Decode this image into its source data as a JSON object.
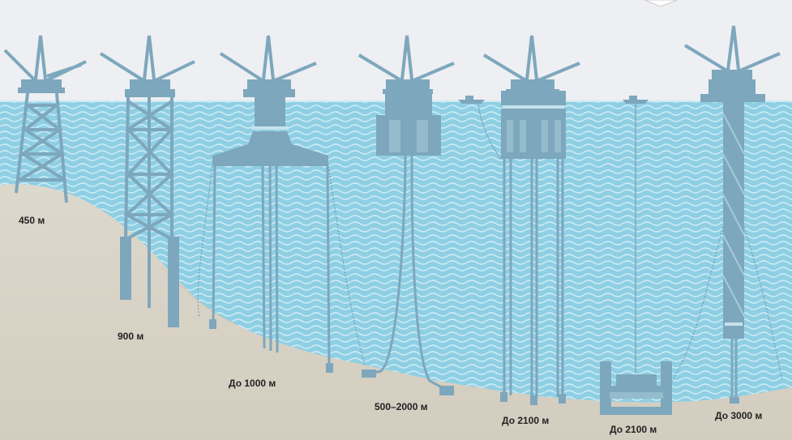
{
  "colors": {
    "sky": "#edeff2",
    "water": "#8fcfe4",
    "wave": "#c6e8f3",
    "seabed": "#ddd8cc",
    "structure": "#7da7bd",
    "structure_dark": "#6e9bb2",
    "label": "#222222"
  },
  "platforms": [
    {
      "type": "fixed-jacket",
      "depth_label": "450 м",
      "icon": "derrick-icon"
    },
    {
      "type": "compliant-tower",
      "depth_label": "900 м",
      "icon": "derrick-icon"
    },
    {
      "type": "tension-leg-platform",
      "depth_label": "До 1000 м",
      "icon": "derrick-icon"
    },
    {
      "type": "spar-semisubmersible",
      "depth_label": "500–2000 м",
      "icon": "derrick-icon"
    },
    {
      "type": "semisubmersible",
      "depth_label": "До 2100 м",
      "icon": "derrick-icon"
    },
    {
      "type": "subsea-system",
      "depth_label": "До 2100 м",
      "icon": "vessel-icon"
    },
    {
      "type": "spar",
      "depth_label": "До 3000 м",
      "icon": "derrick-icon"
    }
  ]
}
